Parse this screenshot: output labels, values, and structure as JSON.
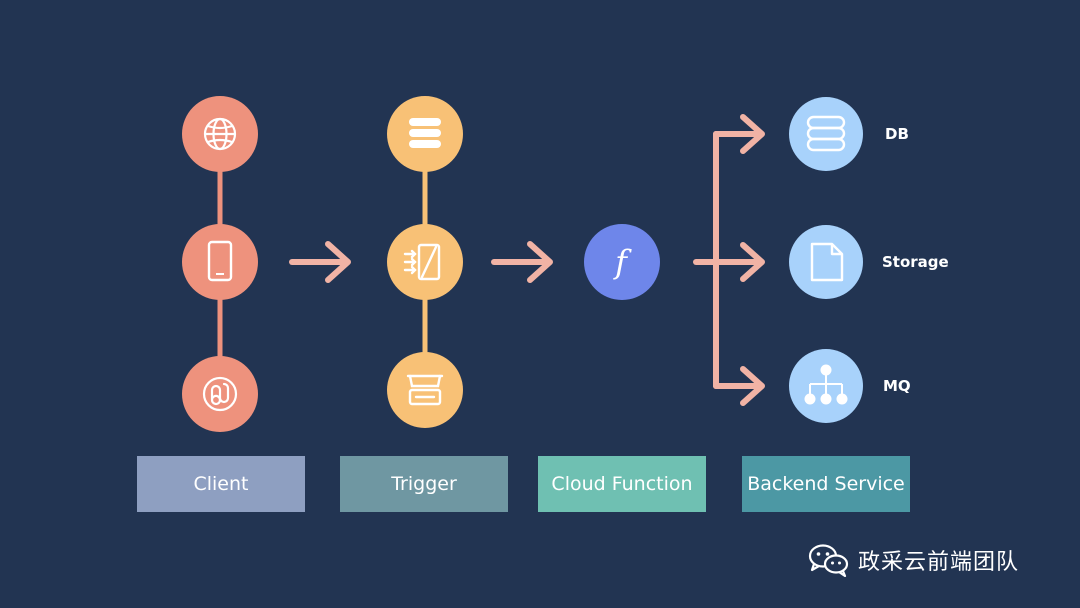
{
  "diagram": {
    "categories": [
      {
        "label": "Client",
        "color": "#8e9fc1"
      },
      {
        "label": "Trigger",
        "color": "#6f97a2"
      },
      {
        "label": "Cloud Function",
        "color": "#6fc0b2"
      },
      {
        "label": "Backend Service",
        "color": "#4c98a4"
      }
    ],
    "backend_services": [
      {
        "label": "DB"
      },
      {
        "label": "Storage"
      },
      {
        "label": "MQ"
      }
    ],
    "function_symbol": "f",
    "colors": {
      "background": "#223452",
      "client_node": "#ee927d",
      "trigger_node": "#f8c176",
      "function_node": "#6e86ea",
      "backend_node": "#a8d2fb",
      "connector": "#f1b3a5"
    }
  },
  "brand": {
    "text": "政采云前端团队"
  }
}
